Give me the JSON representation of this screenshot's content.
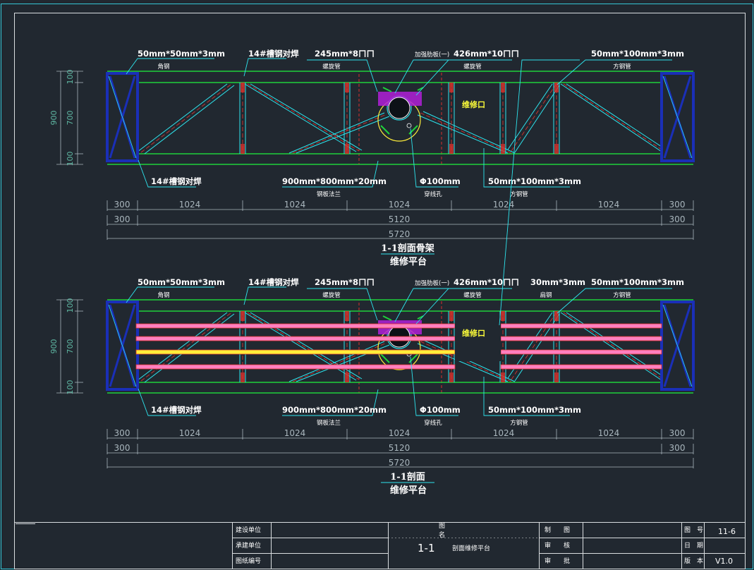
{
  "views": [
    {
      "id": "top",
      "labels": {
        "angle_steel": "50mm*50mm*3mm",
        "angle_steel_sub": "角钢",
        "channel_left": "14#槽钢对焊",
        "pipe_245": "245mm*8ㄇㄇ",
        "pipe_245_sub": "螺旋管",
        "reinforce_plate": "加强肋板(一)",
        "pipe_426": "426mm*10ㄇㄇ",
        "pipe_426_sub": "螺旋管",
        "flat_steel": "",
        "flat_steel_sub": "",
        "square_tube_top": "50mm*100mm*3mm",
        "square_tube_top_sub": "方钢管",
        "channel_bottom": "14#槽钢对焊",
        "flange": "900mm*800mm*20mm",
        "flange_sub": "钢板法兰",
        "hole": "Φ100mm",
        "hole_sub": "穿线孔",
        "square_tube_bottom": "50mm*100mm*3mm",
        "square_tube_bottom_sub": "方钢管",
        "service_opening": "维修口"
      },
      "vertical_dims": [
        "100",
        "700",
        "100"
      ],
      "overall_height": "900",
      "span_dims": [
        "300",
        "1024",
        "1024",
        "1024",
        "1024",
        "1024",
        "300"
      ],
      "row2_dims": [
        "300",
        "5120",
        "300"
      ],
      "total": "5720",
      "title": "1-1剖面骨架",
      "subtitle": "维修平台",
      "show_rails": false
    },
    {
      "id": "bottom",
      "labels": {
        "angle_steel": "50mm*50mm*3mm",
        "angle_steel_sub": "角钢",
        "channel_left": "14#槽钢对焊",
        "pipe_245": "245mm*8ㄇㄇ",
        "pipe_245_sub": "螺旋管",
        "reinforce_plate": "加强肋板(一)",
        "pipe_426": "426mm*10ㄇㄇ",
        "pipe_426_sub": "螺旋管",
        "flat_steel": "30mm*3mm",
        "flat_steel_sub": "扁钢",
        "square_tube_top": "50mm*100mm*3mm",
        "square_tube_top_sub": "方钢管",
        "channel_bottom": "14#槽钢对焊",
        "flange": "900mm*800mm*20mm",
        "flange_sub": "钢板法兰",
        "hole": "Φ100mm",
        "hole_sub": "穿线孔",
        "square_tube_bottom": "50mm*100mm*3mm",
        "square_tube_bottom_sub": "方钢管",
        "service_opening": "维修口"
      },
      "vertical_dims": [
        "100",
        "700",
        "100"
      ],
      "overall_height": "900",
      "span_dims": [
        "300",
        "1024",
        "1024",
        "1024",
        "1024",
        "1024",
        "300"
      ],
      "row2_dims": [
        "300",
        "5120",
        "300"
      ],
      "total": "5720",
      "title": "1-1剖面",
      "subtitle": "维修平台",
      "show_rails": true
    }
  ],
  "title_block": {
    "construction_unit": "建设单位",
    "contractor": "承建单位",
    "drawing_no_label": "图纸编号",
    "drawing_name_label_1": "图",
    "drawing_name_label_2": "名",
    "drawing_name_code": "1-1",
    "drawing_name": "剖面维修平台",
    "drawn_by": "制　　图",
    "checked_by": "审　　核",
    "approved_by": "审　　批",
    "sheet_label": "图　号",
    "sheet_value": "11-6",
    "date_label": "日　期",
    "version_label": "版　本",
    "version_value": "V1.0"
  },
  "colors": {
    "background": "#212830",
    "frame": "#34c6d6",
    "green": "#1fd13b",
    "cyan": "#2ee5ee",
    "blue": "#1a2fb8",
    "red_dash": "#d7312c",
    "magenta": "#b01ed8",
    "pink_rail": "#ff7fbf",
    "yellow": "#ffee3a",
    "dim": "#a9b6bd",
    "dim_vertical": "#5fb8a3"
  }
}
